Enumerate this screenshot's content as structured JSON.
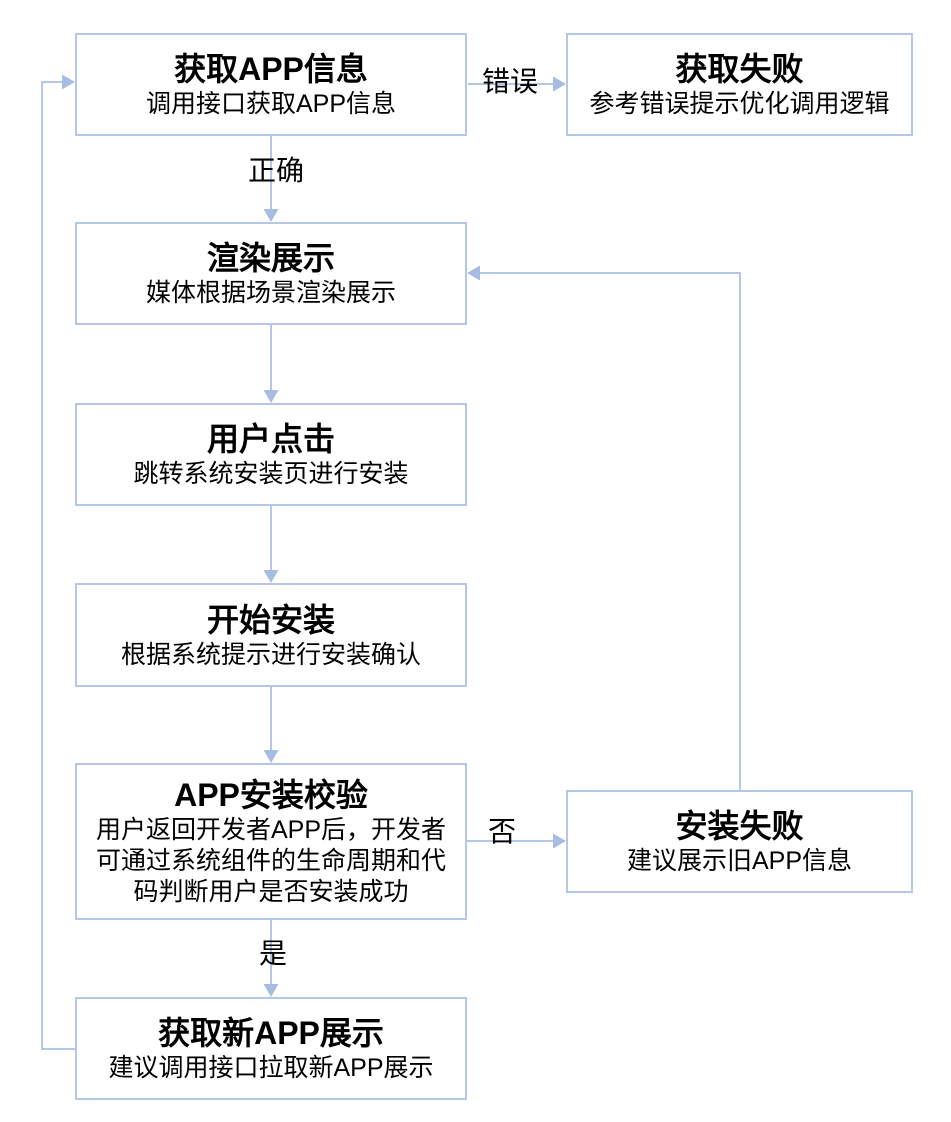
{
  "nodes": [
    {
      "title": "获取APP信息",
      "subtitle": "调用接口获取APP信息"
    },
    {
      "title": "获取失败",
      "subtitle": "参考错误提示优化调用逻辑"
    },
    {
      "title": "渲染展示",
      "subtitle": "媒体根据场景渲染展示"
    },
    {
      "title": "用户点击",
      "subtitle": "跳转系统安装页进行安装"
    },
    {
      "title": "开始安装",
      "subtitle": "根据系统提示进行安装确认"
    },
    {
      "title": "APP安装校验",
      "subtitle": "用户返回开发者APP后，开发者可通过系统组件的生命周期和代码判断用户是否安装成功"
    },
    {
      "title": "安装失败",
      "subtitle": "建议展示旧APP信息"
    },
    {
      "title": "获取新APP展示",
      "subtitle": "建议调用接口拉取新APP展示"
    }
  ],
  "edge_labels": {
    "correct": "正确",
    "error": "错误",
    "yes": "是",
    "no": "否"
  },
  "colors": {
    "line": "#b4c7e7",
    "arrow": "#a6bce0",
    "box_border": "#b4c7e7",
    "text": "#000000",
    "background": "#ffffff"
  }
}
